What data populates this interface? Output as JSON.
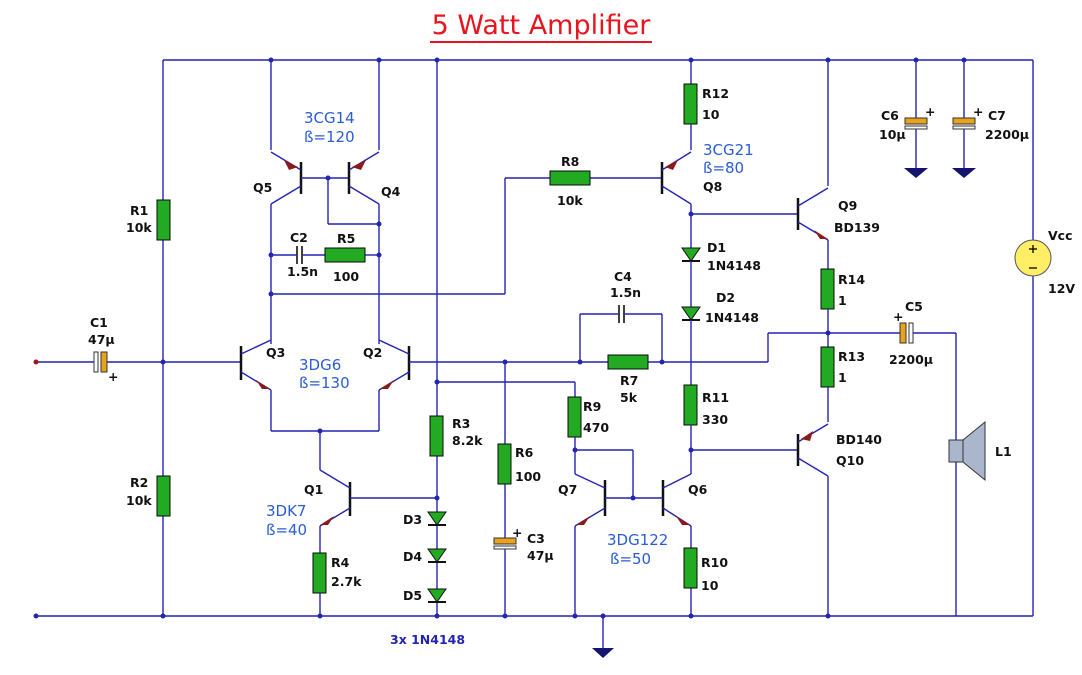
{
  "title": "5 Watt Amplifier",
  "footnote": "3x 1N4148",
  "transistors": {
    "q1": {
      "name": "Q1",
      "type": "3DK7",
      "beta": "ß=40"
    },
    "q2": {
      "name": "Q2"
    },
    "q3": {
      "name": "Q3",
      "type": "3DG6",
      "beta": "ß=130"
    },
    "q4": {
      "name": "Q4"
    },
    "q5": {
      "name": "Q5",
      "type": "3CG14",
      "beta": "ß=120"
    },
    "q6": {
      "name": "Q6"
    },
    "q7": {
      "name": "Q7",
      "type": "3DG122",
      "beta": "ß=50"
    },
    "q8": {
      "name": "Q8",
      "type": "3CG21",
      "beta": "ß=80"
    },
    "q9": {
      "name": "Q9",
      "part": "BD139"
    },
    "q10": {
      "name": "Q10",
      "part": "BD140"
    }
  },
  "resistors": {
    "r1": {
      "name": "R1",
      "value": "10k"
    },
    "r2": {
      "name": "R2",
      "value": "10k"
    },
    "r3": {
      "name": "R3",
      "value": "8.2k"
    },
    "r4": {
      "name": "R4",
      "value": "2.7k"
    },
    "r5": {
      "name": "R5",
      "value": "100"
    },
    "r6": {
      "name": "R6",
      "value": "100"
    },
    "r7": {
      "name": "R7",
      "value": "5k"
    },
    "r8": {
      "name": "R8",
      "value": "10k"
    },
    "r9": {
      "name": "R9",
      "value": "470"
    },
    "r10": {
      "name": "R10",
      "value": "10"
    },
    "r11": {
      "name": "R11",
      "value": "330"
    },
    "r12": {
      "name": "R12",
      "value": "10"
    },
    "r13": {
      "name": "R13",
      "value": "1"
    },
    "r14": {
      "name": "R14",
      "value": "1"
    }
  },
  "capacitors": {
    "c1": {
      "name": "C1",
      "value": "47µ"
    },
    "c2": {
      "name": "C2",
      "value": "1.5n"
    },
    "c3": {
      "name": "C3",
      "value": "47µ"
    },
    "c4": {
      "name": "C4",
      "value": "1.5n"
    },
    "c5": {
      "name": "C5",
      "value": "2200µ"
    },
    "c6": {
      "name": "C6",
      "value": "10µ"
    },
    "c7": {
      "name": "C7",
      "value": "2200µ"
    }
  },
  "diodes": {
    "d1": {
      "name": "D1",
      "part": "1N4148"
    },
    "d2": {
      "name": "D2",
      "part": "1N4148"
    },
    "d3": {
      "name": "D3"
    },
    "d4": {
      "name": "D4"
    },
    "d5": {
      "name": "D5"
    }
  },
  "supply": {
    "name": "Vcc",
    "value": "12V"
  },
  "speaker": {
    "name": "L1"
  },
  "plus_sign": "+",
  "minus_sign": "−"
}
